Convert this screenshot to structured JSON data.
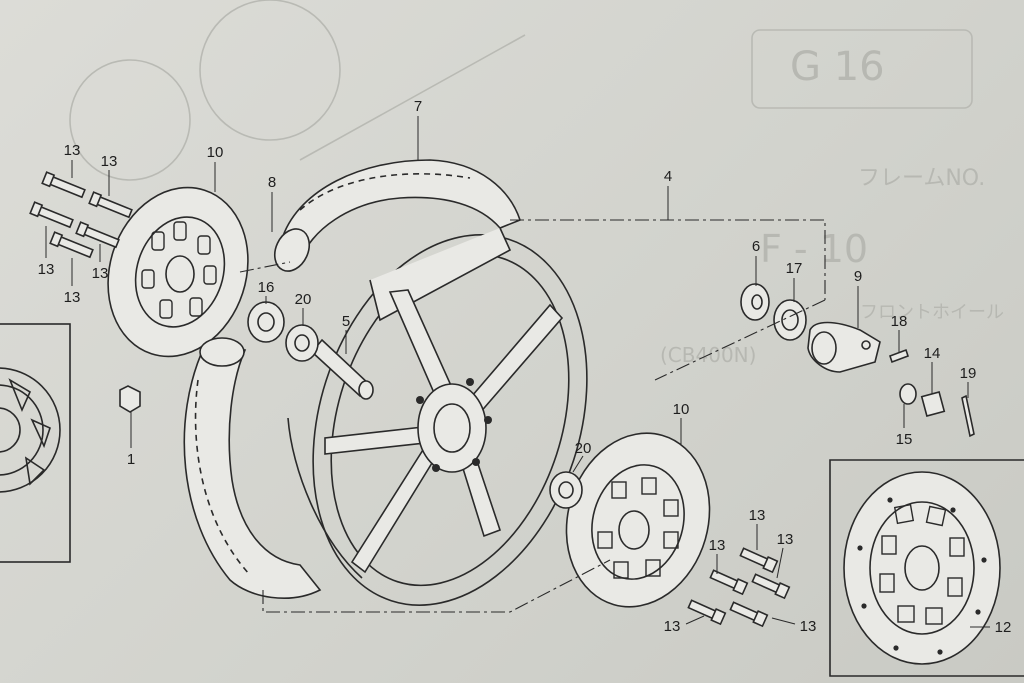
{
  "diagram": {
    "reference_code": "G 16",
    "ghost_lines": [
      "フレームNO.",
      "F - 10",
      "フロントホイール",
      "(CB400N)"
    ],
    "part_callouts": [
      {
        "id": "c13a",
        "label": "13"
      },
      {
        "id": "c13b",
        "label": "13"
      },
      {
        "id": "c13c",
        "label": "13"
      },
      {
        "id": "c13d",
        "label": "13"
      },
      {
        "id": "c13e",
        "label": "13"
      },
      {
        "id": "c10a",
        "label": "10"
      },
      {
        "id": "c8",
        "label": "8"
      },
      {
        "id": "c7",
        "label": "7"
      },
      {
        "id": "c4",
        "label": "4"
      },
      {
        "id": "c6",
        "label": "6"
      },
      {
        "id": "c17",
        "label": "17"
      },
      {
        "id": "c9",
        "label": "9"
      },
      {
        "id": "c16",
        "label": "16"
      },
      {
        "id": "c20a",
        "label": "20"
      },
      {
        "id": "c5",
        "label": "5"
      },
      {
        "id": "c18",
        "label": "18"
      },
      {
        "id": "c14",
        "label": "14"
      },
      {
        "id": "c19",
        "label": "19"
      },
      {
        "id": "c15",
        "label": "15"
      },
      {
        "id": "c1",
        "label": "1"
      },
      {
        "id": "c20b",
        "label": "20"
      },
      {
        "id": "c10b",
        "label": "10"
      },
      {
        "id": "c13f",
        "label": "13"
      },
      {
        "id": "c13g",
        "label": "13"
      },
      {
        "id": "c13h",
        "label": "13"
      },
      {
        "id": "c13i",
        "label": "13"
      },
      {
        "id": "c13j",
        "label": "13"
      },
      {
        "id": "c12",
        "label": "12"
      }
    ]
  }
}
